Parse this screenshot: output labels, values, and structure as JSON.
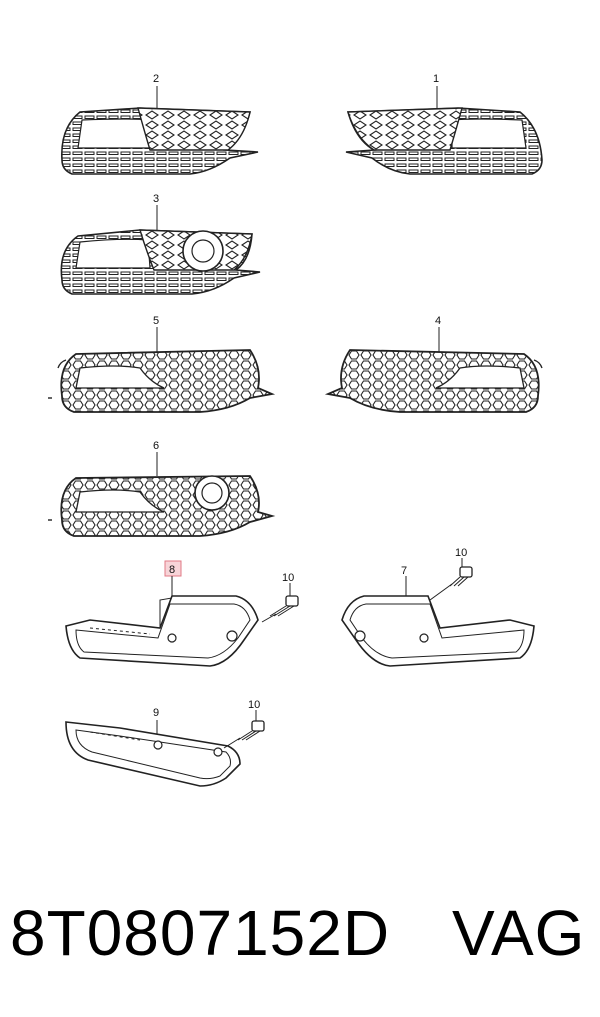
{
  "callouts": {
    "c1": "1",
    "c2": "2",
    "c3": "3",
    "c4": "4",
    "c5": "5",
    "c6": "6",
    "c7": "7",
    "c8": "8",
    "c10a": "10",
    "c10b": "10",
    "c10c": "10",
    "c9": "9"
  },
  "highlighted_callout": "8",
  "colors": {
    "highlight_fill": "#f7d4d8",
    "highlight_stroke": "#e07a86",
    "line": "#1a1a1a"
  },
  "footer": {
    "part_number": "8T0807152D",
    "brand": "VAG"
  }
}
